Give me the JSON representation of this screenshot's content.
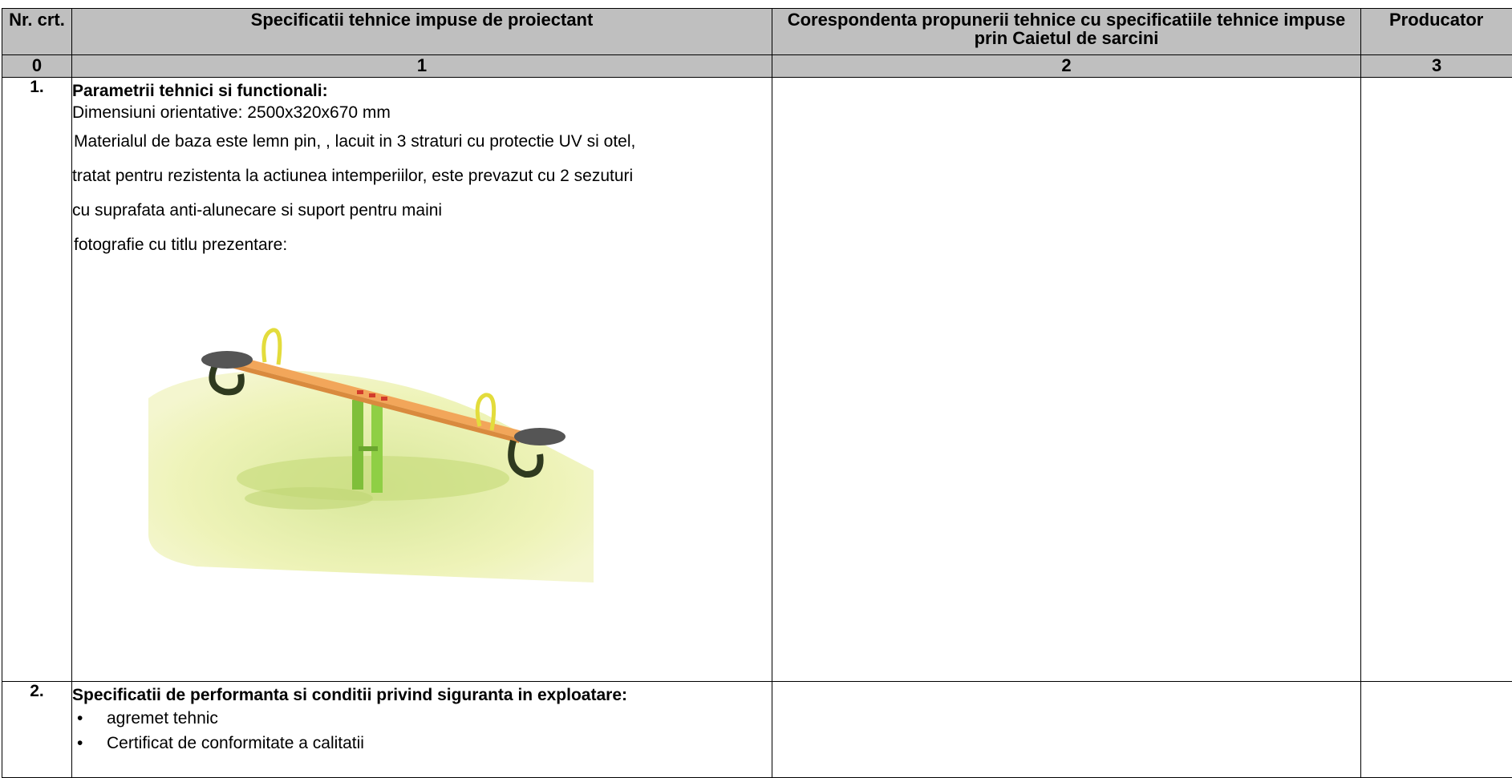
{
  "table": {
    "headers": [
      "Nr. crt.",
      "Specificatii tehnice impuse de proiectant",
      "Corespondenta propunerii tehnice cu specificatiile tehnice impuse prin Caietul de sarcini",
      "Producator"
    ],
    "column_numbers": [
      "0",
      "1",
      "2",
      "3"
    ],
    "rows": [
      {
        "nr": "1.",
        "title": "Parametrii tehnici si functionali:",
        "dimensions": "Dimensiuni orientative: 2500x320x670 mm",
        "material_lines": [
          "Materialul de baza este lemn pin, , lacuit in 3 straturi cu protectie UV si otel,",
          "tratat pentru rezistenta la actiunea intemperiilor, este prevazut cu 2 sezuturi",
          "cu suprafata anti-alunecare si suport pentru maini"
        ],
        "photo_caption": "fotografie cu titlu prezentare:",
        "photo_icon": "seesaw-illustration"
      },
      {
        "nr": "2.",
        "title": "Specificatii de performanta si conditii privind siguranta in exploatare:",
        "bullets": [
          "agremet tehnic",
          "Certificat de conformitate a calitatii"
        ],
        "bullet_char": "•"
      }
    ]
  },
  "colors": {
    "header_bg": "#bfbfbf",
    "ground": "#eef3b0",
    "beam": "#f2a65a",
    "support": "#8bc34a",
    "seat": "#555555",
    "handle": "#e3dc3c"
  }
}
